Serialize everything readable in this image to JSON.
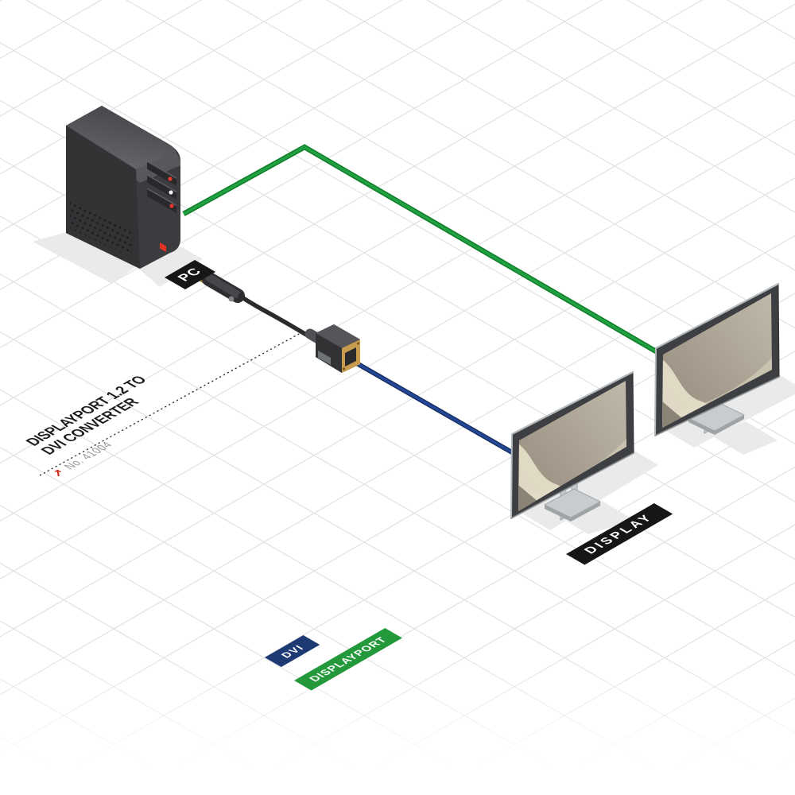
{
  "diagram": {
    "annotation": {
      "title_line1": "DISPLAYPORT 1.2 TO",
      "title_line2": "DVI CONVERTER",
      "arrow_icon": "↗",
      "product_number": "No. 41004"
    },
    "node_labels": {
      "pc": "PC",
      "display": "DISPLAY"
    },
    "legend": [
      {
        "label": "DVI",
        "color": "#1e3a74"
      },
      {
        "label": "DISPLAYPORT",
        "color": "#23993c"
      }
    ],
    "connections": [
      {
        "type": "DISPLAYPORT",
        "color": "#1c9639"
      },
      {
        "type": "DVI",
        "color": "#1e3c7a"
      }
    ],
    "colors": {
      "label_background": "#161616",
      "accent_red": "#d6301b",
      "product_number_gray": "#96969a",
      "grid_line": "#e2e2e2"
    }
  }
}
